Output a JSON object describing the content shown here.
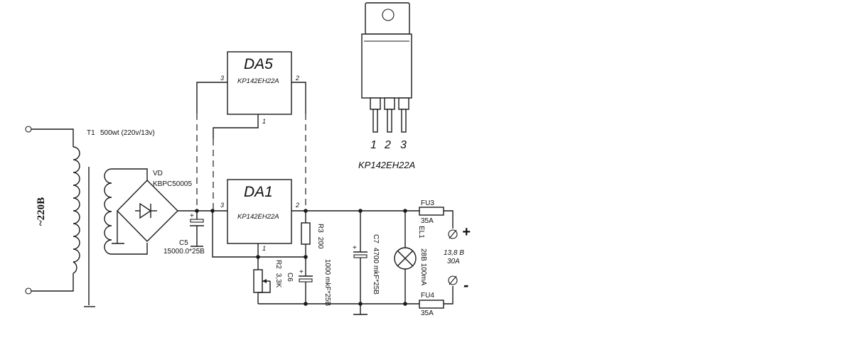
{
  "mains_label": "~220B",
  "transformer": {
    "ref": "T1",
    "spec": "500wt (220v/13v)"
  },
  "bridge": {
    "ref": "VD",
    "part": "KBPC50005"
  },
  "c5": {
    "ref": "C5",
    "value": "15000.0*25B"
  },
  "da5": {
    "ref": "DA5",
    "part": "KP142EH22A",
    "pin_in": "3",
    "pin_out": "2",
    "pin_adj": "1"
  },
  "da1": {
    "ref": "DA1",
    "part": "KP142EH22A",
    "pin_in": "3",
    "pin_out": "2",
    "pin_adj": "1"
  },
  "r3": {
    "ref": "R3",
    "value": "200"
  },
  "r2": {
    "ref": "R2",
    "value": "3,3K"
  },
  "c6": {
    "ref": "C6",
    "value": "1000 mkF*25B"
  },
  "c7": {
    "ref": "C7",
    "value": "4700 mkF*25B"
  },
  "el1": {
    "ref": "EL1",
    "value": "28B 100mA"
  },
  "fu3": {
    "ref": "FU3",
    "value": "35A"
  },
  "fu4": {
    "ref": "FU4",
    "value": "35A"
  },
  "output": {
    "voltage": "13,8 B",
    "current": "30A",
    "plus": "+",
    "minus": "-"
  },
  "package": {
    "pin1": "1",
    "pin2": "2",
    "pin3": "3",
    "part": "KP142EH22A"
  }
}
